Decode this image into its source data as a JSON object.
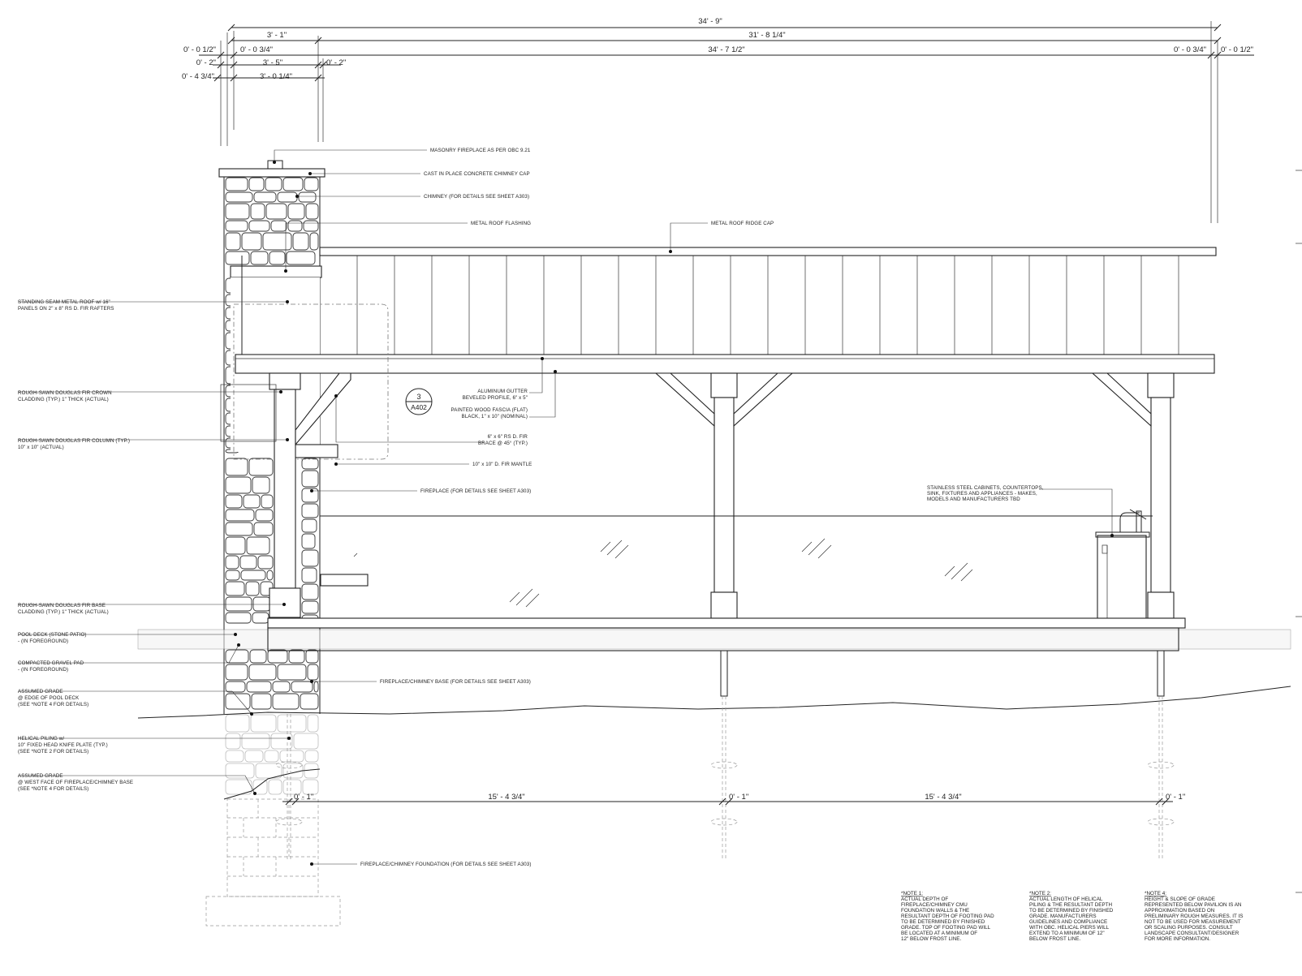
{
  "dimensions": {
    "overall": "34' - 9\"",
    "upper_left": "3' - 1\"",
    "upper_right": "31' - 8 1/4\"",
    "left_half_a": "0' - 0 1/2\"",
    "left_three_quarter_a": "0' - 0 3/4\"",
    "main_span": "34' - 7 1/2\"",
    "right_three_quarter": "0' - 0 3/4\"",
    "right_half": "0' - 0 1/2\"",
    "left_two_a": "0' - 2\"",
    "chimney_width": "3' - 5\"",
    "right_two": "0' - 2\"",
    "left_four_three_quarter": "0' - 4 3/4\"",
    "chimney_inner": "3' - 0 1/4\"",
    "pile_offset_1": "0' - 1\"",
    "pile_span_1": "15' - 4 3/4\"",
    "pile_offset_2": "0' - 1\"",
    "pile_span_2": "15' - 4 3/4\"",
    "pile_offset_3": "0' - 1\""
  },
  "callouts_right": {
    "masonry_fireplace": "MASONRY FIREPLACE AS PER OBC 9.21",
    "chimney_cap": "CAST IN PLACE CONCRETE CHIMNEY CAP",
    "chimney": "CHIMNEY (FOR DETAILS SEE SHEET A303)",
    "roof_flashing": "METAL ROOF FLASHING",
    "ridge_cap": "METAL ROOF RIDGE CAP",
    "gutter_1": "ALUMINUM GUTTER",
    "gutter_2": "BEVELED PROFILE, 6\" x 5\"",
    "fascia_1": "PAINTED WOOD FASCIA (FLAT)",
    "fascia_2": "BLACK, 1\" x 10\" (NOMINAL)",
    "brace_1": "6\" x 6\" RS D. FIR",
    "brace_2": "BRACE @ 45° (TYP.)",
    "mantle": "10\" x 10\" D. FIR MANTLE",
    "fireplace": "FIREPLACE (FOR DETAILS SEE SHEET A303)",
    "cabinets_1": "STAINLESS STEEL CABINETS, COUNTERTOPS,",
    "cabinets_2": "SINK, FIXTURES AND APPLIANCES - MAKES,",
    "cabinets_3": "MODELS AND MANUFACTURERS TBD",
    "chimney_base": "FIREPLACE/CHIMNEY BASE (FOR DETAILS SEE SHEET A303)",
    "foundation": "FIREPLACE/CHIMNEY FOUNDATION (FOR DETAILS SEE SHEET A303)"
  },
  "callouts_left": {
    "roof_1": "STANDING SEAM METAL ROOF w/ 16\"",
    "roof_2": "PANELS ON 2\" x 8\" RS D. FIR RAFTERS",
    "crown_1": "ROUGH-SAWN DOUGLAS FIR CROWN",
    "crown_2": "CLADDING (TYP.) 1\" THICK (ACTUAL)",
    "column_1": "ROUGH-SAWN DOUGLAS FIR COLUMN (TYP.)",
    "column_2": "10\" x 10\" (ACTUAL)",
    "base_1": "ROUGH-SAWN DOUGLAS FIR BASE",
    "base_2": "CLADDING (TYP.) 1\" THICK (ACTUAL)",
    "deck_1": "POOL DECK (STONE PATIO)",
    "deck_2": "- (IN FOREGROUND)",
    "gravel_1": "COMPACTED GRAVEL PAD",
    "gravel_2": "- (IN FOREGROUND)",
    "grade_1": "ASSUMED GRADE",
    "grade_2": "@ EDGE OF POOL DECK",
    "grade_3": "(SEE *NOTE 4 FOR DETAILS)",
    "piling_1": "HELICAL PILING w/",
    "piling_2": "10\" FIXED HEAD KNIFE PLATE (TYP.)",
    "piling_3": "(SEE *NOTE 2 FOR DETAILS)",
    "west_1": "ASSUMED GRADE",
    "west_2": "@ WEST FACE OF FIREPLACE/CHIMNEY BASE",
    "west_3": "(SEE *NOTE 4 FOR DETAILS)"
  },
  "detail_tag": {
    "number": "3",
    "sheet": "A402"
  },
  "notes": [
    {
      "title": "*NOTE 1:",
      "lines": [
        "ACTUAL DEPTH OF",
        "FIREPLACE/CHIMNEY CMU",
        "FOUNDATION WALLS & THE",
        "RESULTANT DEPTH OF FOOTING PAD",
        "TO BE DETERMINED BY FINISHED",
        "GRADE. TOP OF FOOTING PAD WILL",
        "BE LOCATED AT A MINIMUM OF",
        "12\" BELOW FROST LINE."
      ]
    },
    {
      "title": "*NOTE 2:",
      "lines": [
        "ACTUAL LENGTH OF HELICAL",
        "PILING & THE RESULTANT DEPTH",
        "TO BE DETERMINED BY FINISHED",
        "GRADE. MANUFACTURERS",
        "GUIDELINES AND COMPLIANCE",
        "WITH OBC. HELICAL PIERS WILL",
        "EXTEND TO A MINIMUM OF 12\"",
        "BELOW FROST LINE."
      ]
    },
    {
      "title": "*NOTE 4:",
      "lines": [
        "HEIGHT & SLOPE OF GRADE",
        "REPRESENTED BELOW PAVILION IS AN",
        "APPROXIMATION BASED ON",
        "PRELIMINARY ROUGH MEASURES. IT IS",
        "NOT TO BE USED FOR MEASUREMENT",
        "OR SCALING PURPOSES. CONSULT",
        "LANDSCAPE CONSULTANT/DESIGNER",
        "FOR MORE INFORMATION."
      ]
    }
  ]
}
